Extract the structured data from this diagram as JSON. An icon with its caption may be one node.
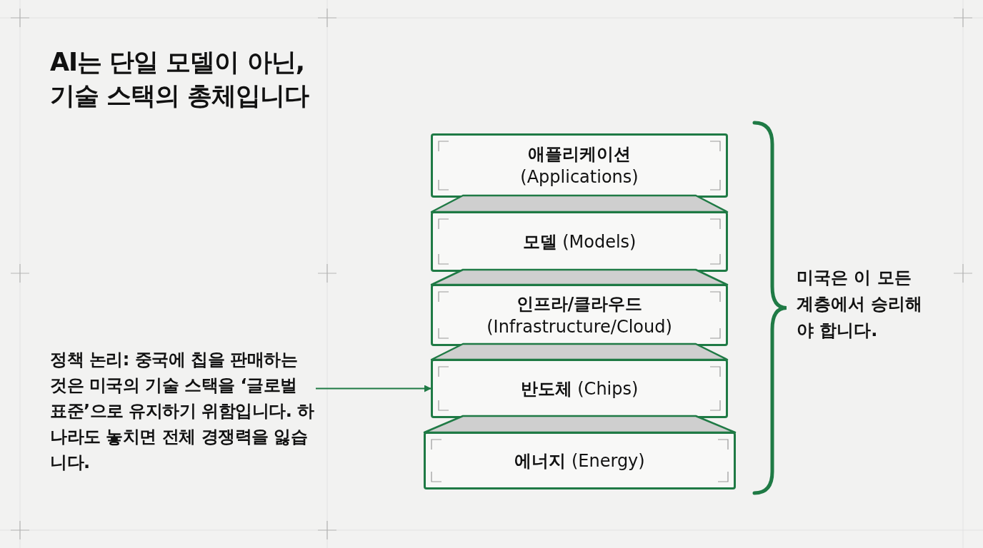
{
  "diagram": {
    "title": "AI는 단일 모델이 아닌, 기술 스택의 총체입니다",
    "nodes": [
      {
        "text": [
          "애플리케이션",
          "(Applications)"
        ]
      },
      {
        "text": [
          "**모델** (Models)"
        ]
      },
      {
        "text": [
          "인프라/클라우드",
          "(Infrastructure/Cloud)"
        ]
      },
      {
        "text": [
          "**반도체** (Chips)"
        ]
      },
      {
        "text": [
          "**에너지** (Energy)"
        ]
      },
      {
        "text": [
          "정책 논리: 중국에 칩을 판매하는 것은 미국의 기술 스택을 ‘글로벌 표준’으로 유지하기 위함입니다. 하나라도 놓치면 전체 경쟁력을 잃습니다."
        ]
      }
    ],
    "edges": [
      {
        "from": 5,
        "to": 3,
        "arrow": "to"
      }
    ],
    "labels": [
      "미국은 이 모든 계층에서 승리해야 합니다."
    ]
  }
}
